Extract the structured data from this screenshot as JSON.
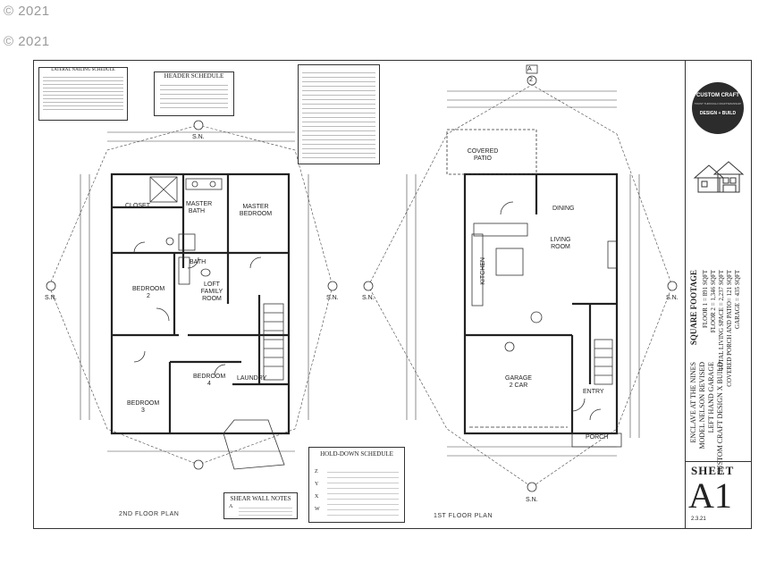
{
  "watermarks": [
    "© 2021",
    "© 2021"
  ],
  "sidebar": {
    "brand_top": "CUSTOM CRAFT",
    "brand_bottom": "DESIGN + BUILD",
    "brand_tag": "TRUST THROUGH CRAFTSMANSHIP",
    "sq_title": "SQUARE FOOTAGE",
    "sq_lines": [
      "FLOOR 1 = 891 SQFT",
      "FLOOR 2 = 1,346 SQFT",
      "TOTAL LIVING SPACE = 2,237 SQFT",
      "COVERED PORCH AND PATIO= 121 SQFT",
      "GARAGE = 435 SQFT"
    ],
    "project_lines": [
      "ENCLAVE AT THE NINES",
      "MODEL NELSON REVISED",
      "LEFT HAND GARAGE",
      "CUSTOM CRAFT DESIGN X BUILD"
    ],
    "sheet_label": "SHEET",
    "sheet_number": "A1",
    "date": "2.3.21"
  },
  "schedules": {
    "header_title": "HEADER SCHEDULE",
    "lateral_title": "LATERAL NAILING SCHEDULE",
    "holddown_title": "HOLD-DOWN SCHEDULE",
    "holddown_codes": [
      "Z",
      "Y",
      "X",
      "W"
    ],
    "shearwall_title": "SHEAR WALL NOTES",
    "shearwall_code": "A"
  },
  "plan2": {
    "rooms": {
      "closet": "CLOSET",
      "master_bath": "MASTER BATH",
      "master_bedroom": "MASTER BEDROOM",
      "bath": "BATH",
      "bedroom2": "BEDROOM 2",
      "loft": "LOFT FAMILY ROOM",
      "bedroom4": "BEDROOM 4",
      "laundry": "LAUNDRY",
      "bedroom3": "BEDROOM 3"
    },
    "title": "2ND FLOOR PLAN"
  },
  "plan1": {
    "rooms": {
      "covered_patio": "COVERED PATIO",
      "dining": "DINING",
      "living": "LIVING ROOM",
      "kitchen": "KITCHEN",
      "garage": "GARAGE 2 CAR",
      "entry": "ENTRY",
      "porch": "PORCH"
    },
    "title": "1ST FLOOR PLAN"
  },
  "markers": {
    "grid_a": "A",
    "grid_2": "2",
    "sn": "S.N."
  }
}
